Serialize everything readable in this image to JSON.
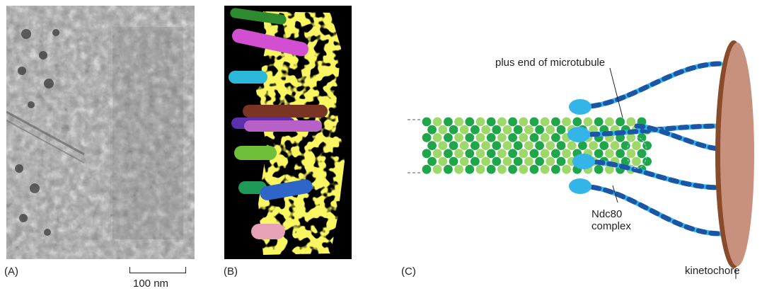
{
  "panels": {
    "a": {
      "label": "(A)",
      "scale_bar": "100 nm"
    },
    "b": {
      "label": "(B)"
    },
    "c": {
      "label": "(C)"
    }
  },
  "annotations": {
    "plus_end": "plus end of microtubule",
    "ndc80": "Ndc80 complex",
    "kinetochore": "kinetochore"
  },
  "colors": {
    "tubulin_dark": "#1fa54a",
    "tubulin_light": "#9ed86a",
    "ndc80_light": "#33b5ea",
    "ndc80_dark": "#1b55a6",
    "kinetochore_face": "#c8917e",
    "kinetochore_rim": "#8a4b2b",
    "tomogram_bg": "#000000",
    "density_yellow": "#f2ea1e"
  }
}
